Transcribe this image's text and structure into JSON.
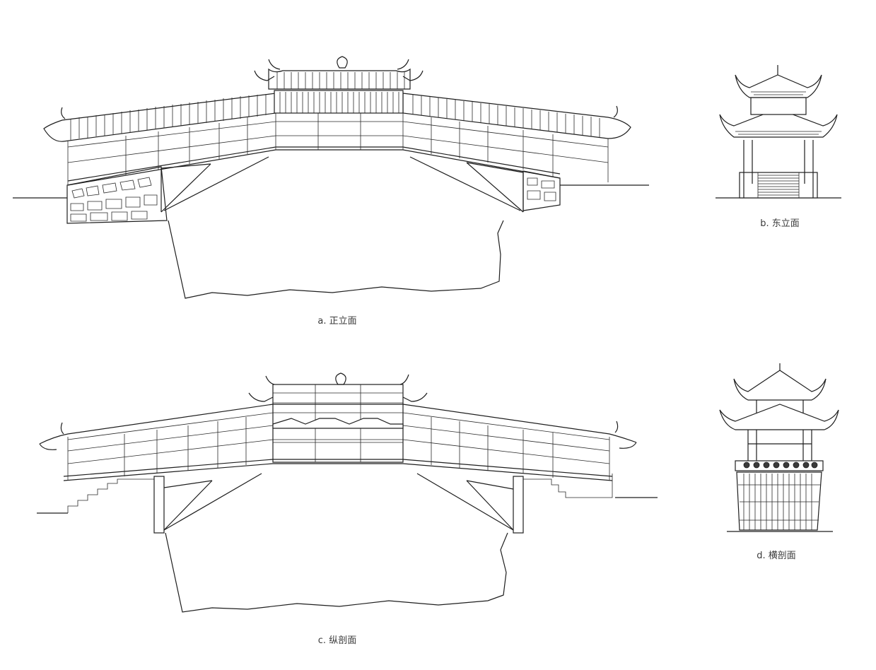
{
  "figure": {
    "panels": [
      {
        "id": "a",
        "caption": "a. 正立面"
      },
      {
        "id": "b",
        "caption": "b. 东立面"
      },
      {
        "id": "c",
        "caption": "c. 纵剖面"
      },
      {
        "id": "d",
        "caption": "d. 横剖面"
      }
    ]
  },
  "colors": {
    "line": "#1e1e1e",
    "caption": "#3a3a3a",
    "background": "#ffffff"
  }
}
